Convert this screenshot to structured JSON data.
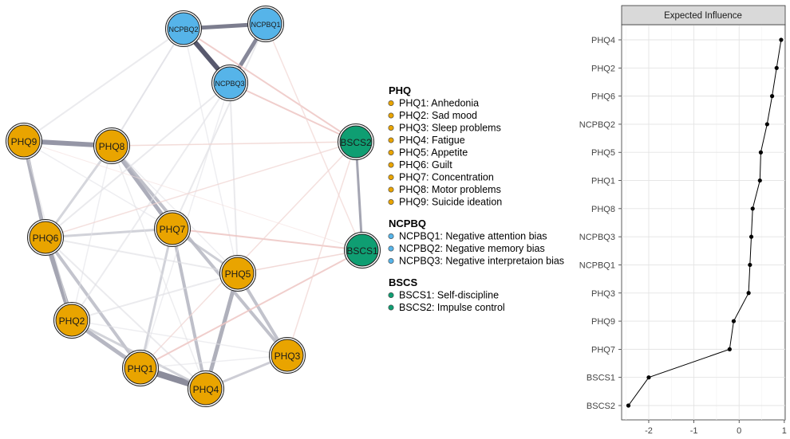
{
  "network": {
    "nodes": [
      {
        "id": "NCPBQ2",
        "group": "NCPBQ"
      },
      {
        "id": "NCPBQ1",
        "group": "NCPBQ"
      },
      {
        "id": "NCPBQ3",
        "group": "NCPBQ"
      },
      {
        "id": "PHQ9",
        "group": "PHQ"
      },
      {
        "id": "PHQ8",
        "group": "PHQ"
      },
      {
        "id": "BSCS2",
        "group": "BSCS"
      },
      {
        "id": "PHQ7",
        "group": "PHQ"
      },
      {
        "id": "PHQ6",
        "group": "PHQ"
      },
      {
        "id": "BSCS1",
        "group": "BSCS"
      },
      {
        "id": "PHQ5",
        "group": "PHQ"
      },
      {
        "id": "PHQ2",
        "group": "PHQ"
      },
      {
        "id": "PHQ3",
        "group": "PHQ"
      },
      {
        "id": "PHQ1",
        "group": "PHQ"
      },
      {
        "id": "PHQ4",
        "group": "PHQ"
      }
    ],
    "group_colors": {
      "PHQ": "#E9A400",
      "NCPBQ": "#56B4E9",
      "BSCS": "#0F9E72"
    },
    "legend": [
      {
        "title": "PHQ",
        "group": "PHQ",
        "items": [
          "PHQ1: Anhedonia",
          "PHQ2: Sad mood",
          "PHQ3: Sleep problems",
          "PHQ4: Fatigue",
          "PHQ5: Appetite",
          "PHQ6: Guilt",
          "PHQ7: Concentration",
          "PHQ8: Motor problems",
          "PHQ9: Suicide ideation"
        ]
      },
      {
        "title": "NCPBQ",
        "group": "NCPBQ",
        "items": [
          "NCPBQ1: Negative attention bias",
          "NCPBQ2: Negative memory bias",
          "NCPBQ3: Negative interpretaion bias"
        ]
      },
      {
        "title": "BSCS",
        "group": "BSCS",
        "items": [
          "BSCS1: Self-discipline",
          "BSCS2: Impulse control"
        ]
      }
    ]
  },
  "chart_data": {
    "type": "line",
    "title": "Expected Influence",
    "categories": [
      "PHQ4",
      "PHQ2",
      "PHQ6",
      "NCPBQ2",
      "PHQ5",
      "PHQ1",
      "PHQ8",
      "NCPBQ3",
      "NCPBQ1",
      "PHQ3",
      "PHQ9",
      "PHQ7",
      "BSCS1",
      "BSCS2"
    ],
    "values": [
      0.93,
      0.83,
      0.73,
      0.62,
      0.48,
      0.46,
      0.3,
      0.27,
      0.24,
      0.21,
      -0.12,
      -0.21,
      -2.0,
      -2.45
    ],
    "xlim": [
      -2.6,
      1.02
    ],
    "xticks": [
      -2,
      -1,
      0,
      1
    ],
    "xtick_labels": [
      "-2",
      "-1",
      "0",
      "1"
    ],
    "grid": true,
    "orientation": "horizontal"
  }
}
